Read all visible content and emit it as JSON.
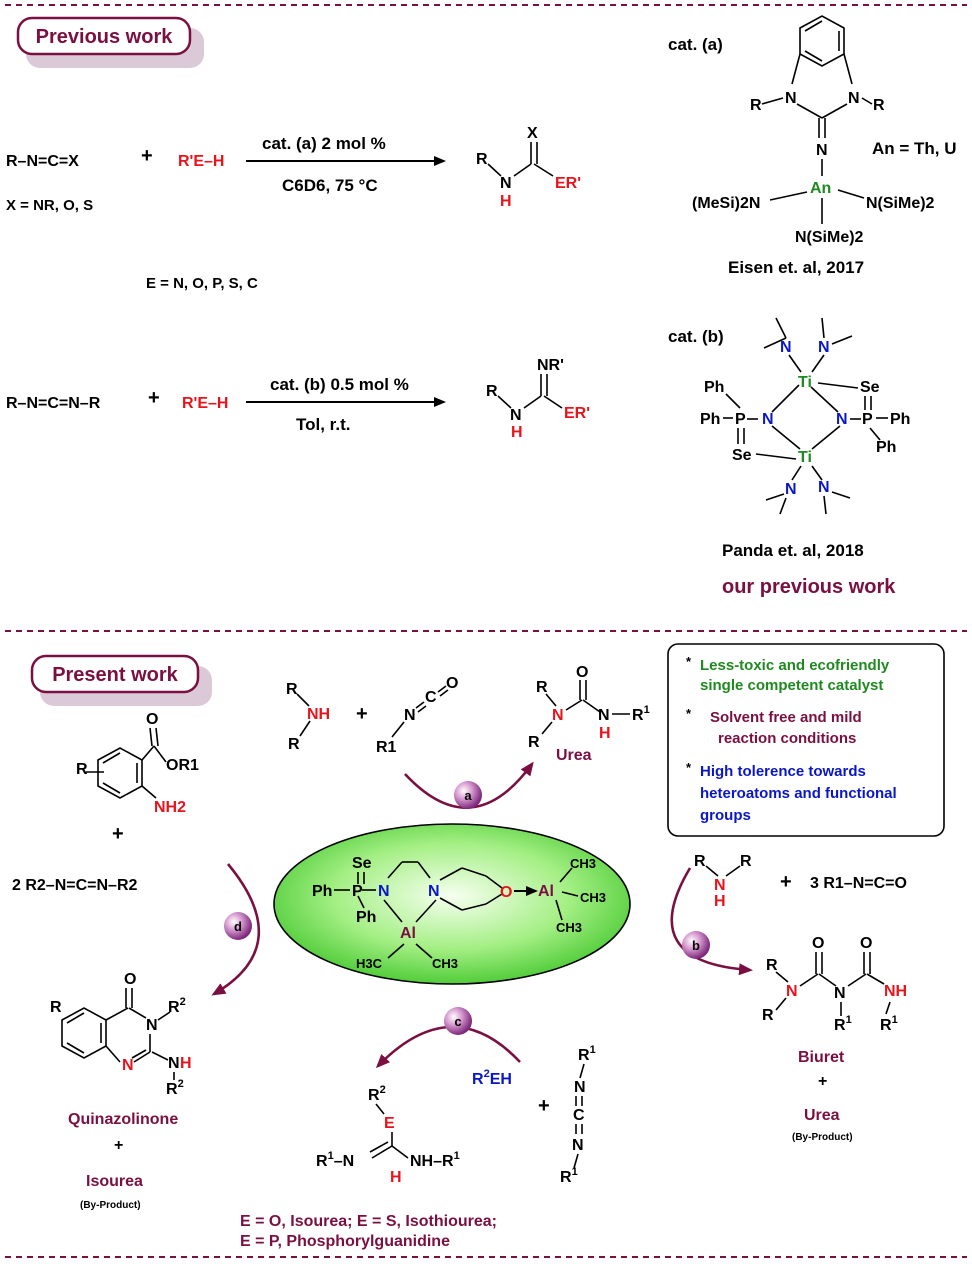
{
  "sections": {
    "previous_label": "Previous work",
    "present_label": "Present work"
  },
  "reaction_a": {
    "reactant": "R–N=C=X",
    "x_def": "X = NR, O, S",
    "plus": "+",
    "reagent": "R'E–H",
    "cond_top": "cat. (a) 2 mol %",
    "cond_bottom": "C6D6, 75 °C",
    "e_def": "E = N, O, P, S, C",
    "product": {
      "R": "R",
      "N": "N",
      "H": "H",
      "X": "X",
      "ER": "ER'"
    }
  },
  "reaction_b": {
    "reactant": "R–N=C=N–R",
    "plus": "+",
    "reagent": "R'E–H",
    "cond_top": "cat. (b) 0.5 mol %",
    "cond_bottom": "Tol, r.t.",
    "product": {
      "R": "R",
      "N": "N",
      "H": "H",
      "NR": "NR'",
      "ER": "ER'"
    }
  },
  "catalyst_a": {
    "label": "cat. (a)",
    "An": "An",
    "an_def": "An = Th, U",
    "left": "(MeSi)2N",
    "right": "N(SiMe)2",
    "bottom": "N(SiMe)2",
    "imine_N": "N",
    "R": "R",
    "N": "N",
    "citation": "Eisen et. al, 2017"
  },
  "catalyst_b": {
    "label": "cat. (b)",
    "Ti": "Ti",
    "Se": "Se",
    "Ph": "Ph",
    "P": "P",
    "N": "N",
    "citation": "Panda et. al, 2018",
    "our": "our previous work"
  },
  "present": {
    "catalyst": {
      "Se": "Se",
      "P": "P",
      "Ph": "Ph",
      "N": "N",
      "O": "O",
      "Al": "Al",
      "CH3": "CH3",
      "H3C": "H3C"
    },
    "cycles": [
      "a",
      "b",
      "c",
      "d"
    ],
    "a_amine": {
      "R": "R",
      "NH": "NH"
    },
    "a_iso": {
      "R1": "R1",
      "N": "N",
      "C": "C",
      "O": "O"
    },
    "urea_label": "Urea",
    "b_reactants": "3 R1–N=C=O",
    "biuret": "Biuret",
    "biuret_plus": "+",
    "biuret_urea": "Urea",
    "byproduct": "(By-Product)",
    "d_ester": {
      "R": "R",
      "O": "O",
      "OR1": "OR1",
      "NH2": "NH2"
    },
    "d_plus": "+",
    "d_carbodiimide": "2  R2–N=C=N–R2",
    "quinazolinone": "Quinazolinone",
    "isourea": "Isourea",
    "c_reagent": "R2EH",
    "c_plus": "+",
    "c_product": {
      "R2": "R2",
      "E": "E",
      "R1N": "R1–N",
      "NH": "NH–R1",
      "H": "H"
    },
    "c_legend1": "E = O, Isourea; E = S, Isothiourea;",
    "c_legend2": "E = P, Phosphorylguanidine",
    "notes": [
      {
        "text": "Less-toxic and ecofriendly",
        "text2": "single competent catalyst",
        "color": "#1f8a1f"
      },
      {
        "text": "Solvent free and mild",
        "text2": "reaction conditions",
        "color": "#7a1041"
      },
      {
        "text": "High tolerence towards",
        "text2": "heteroatoms and functional",
        "text3": "groups",
        "color": "#0a17c8"
      }
    ]
  }
}
